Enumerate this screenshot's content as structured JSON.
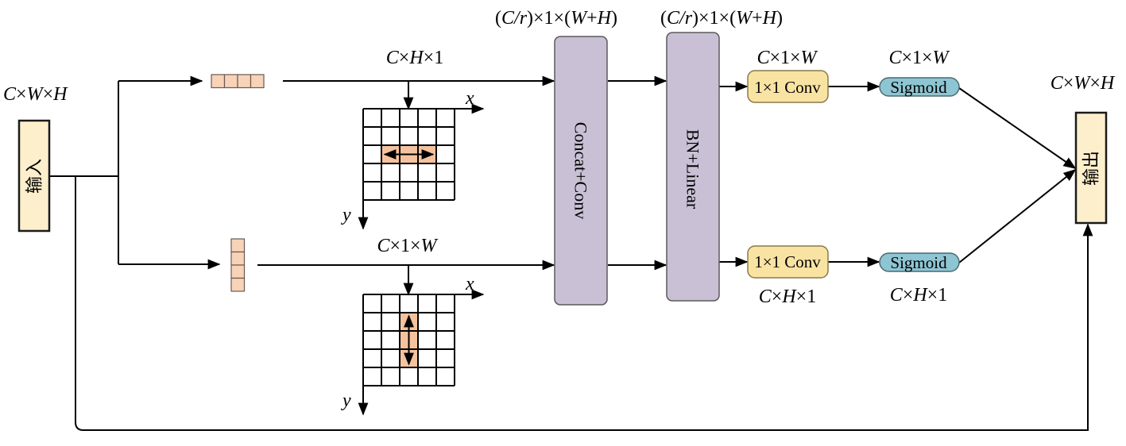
{
  "colors": {
    "io_fill": "#fdefcc",
    "io_stroke": "#1a1a1a",
    "block_fill": "#c9c0d6",
    "block_stroke": "#5a5a5a",
    "conv_fill": "#f9e3a3",
    "conv_stroke": "#8a7a4a",
    "sigmoid_fill": "#8ec5d3",
    "sigmoid_stroke": "#4a6a72",
    "pool_fill": "#f8d3b8",
    "pool_stroke": "#6a5a50",
    "grid_highlight": "#f4c39e",
    "line": "#000000"
  },
  "input": {
    "label": "输入",
    "dim": [
      "C",
      "×",
      "W",
      "×",
      "H"
    ]
  },
  "output": {
    "label": "输出",
    "dim": [
      "C",
      "×",
      "W",
      "×",
      "H"
    ]
  },
  "branches": {
    "top": {
      "pool_dim": [
        "C",
        "×",
        "H",
        "×1"
      ],
      "grid_axis_x": "x",
      "grid_axis_y": "y",
      "grid_size": 5,
      "highlight": "row"
    },
    "bottom": {
      "pool_dim": [
        "C",
        "×1×",
        "W"
      ],
      "grid_axis_x": "x",
      "grid_axis_y": "y",
      "grid_size": 5,
      "highlight": "column"
    }
  },
  "blocks": {
    "concat_conv": {
      "label": "Concat+Conv",
      "dim": [
        "(",
        "C/r",
        ")×1×(",
        "W",
        "+",
        "H",
        ")"
      ]
    },
    "bn_linear": {
      "label": "BN+Linear",
      "dim": [
        "(",
        "C/r",
        ")×1×(",
        "W",
        "+",
        "H",
        ")"
      ]
    }
  },
  "heads": {
    "top": {
      "conv_label": "1×1 Conv",
      "conv_dim": [
        "C",
        "×1×",
        "W"
      ],
      "sigmoid_label": "Sigmoid",
      "sigmoid_dim": [
        "C",
        "×1×",
        "W"
      ]
    },
    "bottom": {
      "conv_label": "1×1 Conv",
      "conv_dim": [
        "C",
        "×",
        "H",
        "×1"
      ],
      "sigmoid_label": "Sigmoid",
      "sigmoid_dim": [
        "C",
        "×",
        "H",
        "×1"
      ]
    }
  }
}
